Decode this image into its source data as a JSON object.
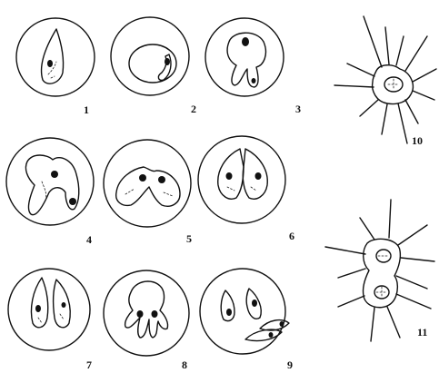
{
  "figure": {
    "panels": [
      {
        "label": "1"
      },
      {
        "label": "2"
      },
      {
        "label": "3"
      },
      {
        "label": "4"
      },
      {
        "label": "5"
      },
      {
        "label": "6"
      },
      {
        "label": "7"
      },
      {
        "label": "8"
      },
      {
        "label": "9"
      },
      {
        "label": "10"
      },
      {
        "label": "11"
      }
    ]
  },
  "colors": {
    "ink": "#111111",
    "paper": "#ffffff"
  }
}
